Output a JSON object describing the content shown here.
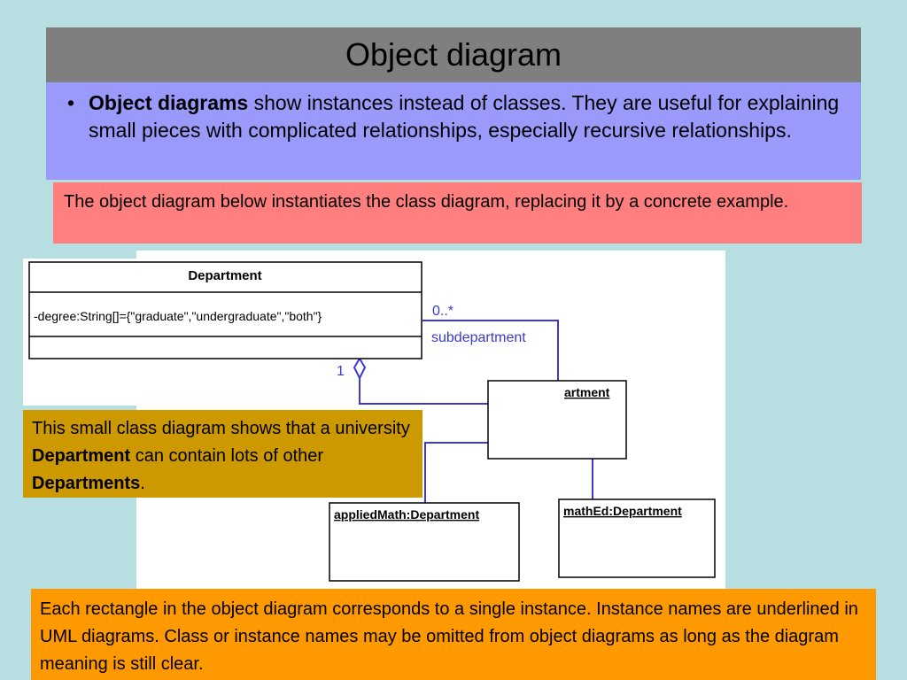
{
  "slide": {
    "title": "Object diagram",
    "bullet": {
      "bold": "Object diagrams",
      "text": " show instances instead of classes. They are useful for explaining small pieces with complicated relationships, especially recursive relationships."
    },
    "intro_note": "The object diagram below instantiates the class diagram, replacing it by a concrete example.",
    "class_note": {
      "part1": "This small class diagram shows that a university ",
      "bold1": "Department",
      "part2": " can contain lots of other ",
      "bold2": "Departments",
      "part3": "."
    },
    "footer_note": "Each rectangle in the object diagram corresponds to a single instance. Instance names are underlined in UML diagrams. Class or instance names may be omitted from object diagrams as long as the diagram meaning is still clear."
  },
  "diagram": {
    "class_box": {
      "name": "Department",
      "attribute": "-degree:String[]={\"graduate\",\"undergraduate\",\"both\"}"
    },
    "association": {
      "multiplicity_many": "0..*",
      "multiplicity_one": "1",
      "role": "subdepartment"
    },
    "objects": {
      "partial": "artment",
      "applied_math": "appliedMath:Department",
      "math_ed": "mathEd:Department"
    },
    "colors": {
      "link": "#3a3ad0",
      "box_border": "#000000"
    }
  }
}
